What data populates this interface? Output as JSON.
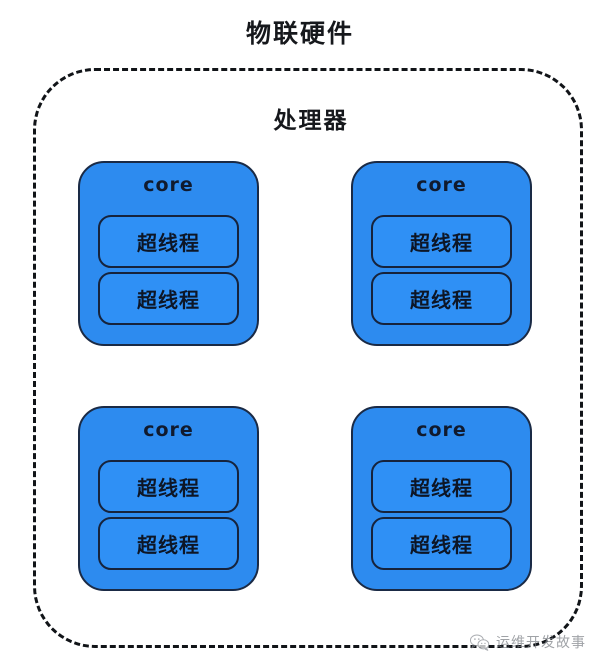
{
  "diagram": {
    "title": "物联硬件",
    "container": {
      "label": "处理器",
      "border_style": "dashed",
      "border_color": "#111418"
    },
    "colors": {
      "core_fill": "#2d8bef",
      "core_stroke": "#1a2a45",
      "thread_fill": "#2f90f5",
      "thread_stroke": "#16233c",
      "text": "#16181c",
      "watermark_text": "#7b7f85"
    },
    "cores": [
      {
        "label": "core",
        "threads": [
          {
            "label": "超线程"
          },
          {
            "label": "超线程"
          }
        ]
      },
      {
        "label": "core",
        "threads": [
          {
            "label": "超线程"
          },
          {
            "label": "超线程"
          }
        ]
      },
      {
        "label": "core",
        "threads": [
          {
            "label": "超线程"
          },
          {
            "label": "超线程"
          }
        ]
      },
      {
        "label": "core",
        "threads": [
          {
            "label": "超线程"
          },
          {
            "label": "超线程"
          }
        ]
      }
    ]
  },
  "watermark": {
    "icon": "wechat-icon",
    "text": "运维开发故事"
  }
}
